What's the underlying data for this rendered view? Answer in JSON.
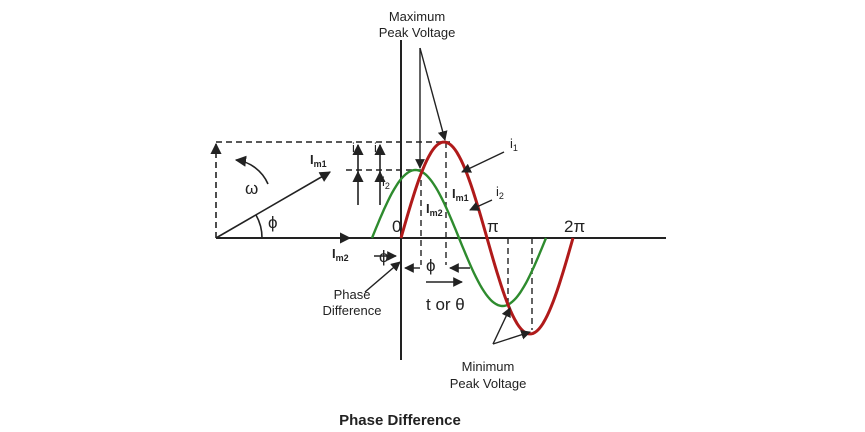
{
  "colors": {
    "current_1": "#b01a1a",
    "current_2": "#2e8b2e",
    "axis": "#222222",
    "caption": "#c0272d"
  },
  "labels": {
    "max_peak_line1": "Maximum",
    "max_peak_line2": "Peak Voltage",
    "min_peak_line1": "Minimum",
    "min_peak_line2": "Peak Voltage",
    "phase_diff_line1": "Phase",
    "phase_diff_line2": "Difference",
    "omega": "ω",
    "phi": "ϕ",
    "origin": "0",
    "pi": "π",
    "two_pi": "2π",
    "time_axis": "t or θ",
    "i": "i",
    "sub_1": "1",
    "sub_2": "2",
    "I_m": "I",
    "m1": "m1",
    "m2": "m2"
  },
  "caption": "Phase Difference",
  "waves": {
    "current_1": {
      "name": "i1",
      "amplitude_label": "Im1",
      "shape": "sine",
      "lag": 0
    },
    "current_2": {
      "name": "i2",
      "amplitude_label": "Im2",
      "shape": "sine",
      "lead": "ϕ"
    }
  }
}
